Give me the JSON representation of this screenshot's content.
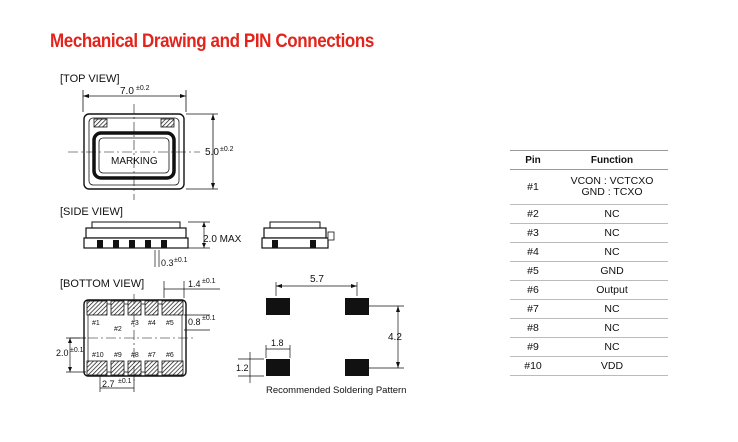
{
  "title": "Mechanical Drawing and PIN Connections",
  "views": {
    "top": {
      "label": "[TOP VIEW]",
      "width_dim": "7.0",
      "width_tol": "±0.2",
      "height_dim": "5.0",
      "height_tol": "±0.2",
      "marking": "MARKING"
    },
    "side": {
      "label": "[SIDE VIEW]",
      "height_dim": "2.0 MAX",
      "pad_dim": "0.3",
      "pad_tol": "±0.1"
    },
    "bottom": {
      "label": "[BOTTOM VIEW]",
      "pad_len_dim": "1.4",
      "pad_len_tol": "±0.1",
      "pad_w_dim": "0.8",
      "pad_w_tol": "±0.1",
      "row_dim": "2.0",
      "row_tol": "±0.1",
      "span_dim": "2.7",
      "span_tol": "±0.1",
      "pins_top": [
        "#1",
        "#2",
        "#3",
        "#4",
        "#5"
      ],
      "pins_bottom": [
        "#10",
        "#9",
        "#8",
        "#7",
        "#6"
      ]
    },
    "solder": {
      "caption": "Recommended Soldering Pattern",
      "width_dim": "5.7",
      "height_dim": "4.2",
      "pad_w_dim": "1.8",
      "pad_h_dim": "1.2"
    }
  },
  "table": {
    "headers": [
      "Pin",
      "Function"
    ],
    "rows": [
      {
        "pin": "#1",
        "function": "VCON : VCTCXO",
        "function2": "GND : TCXO"
      },
      {
        "pin": "#2",
        "function": "NC"
      },
      {
        "pin": "#3",
        "function": "NC"
      },
      {
        "pin": "#4",
        "function": "NC"
      },
      {
        "pin": "#5",
        "function": "GND"
      },
      {
        "pin": "#6",
        "function": "Output"
      },
      {
        "pin": "#7",
        "function": "NC"
      },
      {
        "pin": "#8",
        "function": "NC"
      },
      {
        "pin": "#9",
        "function": "NC"
      },
      {
        "pin": "#10",
        "function": "VDD"
      }
    ]
  }
}
